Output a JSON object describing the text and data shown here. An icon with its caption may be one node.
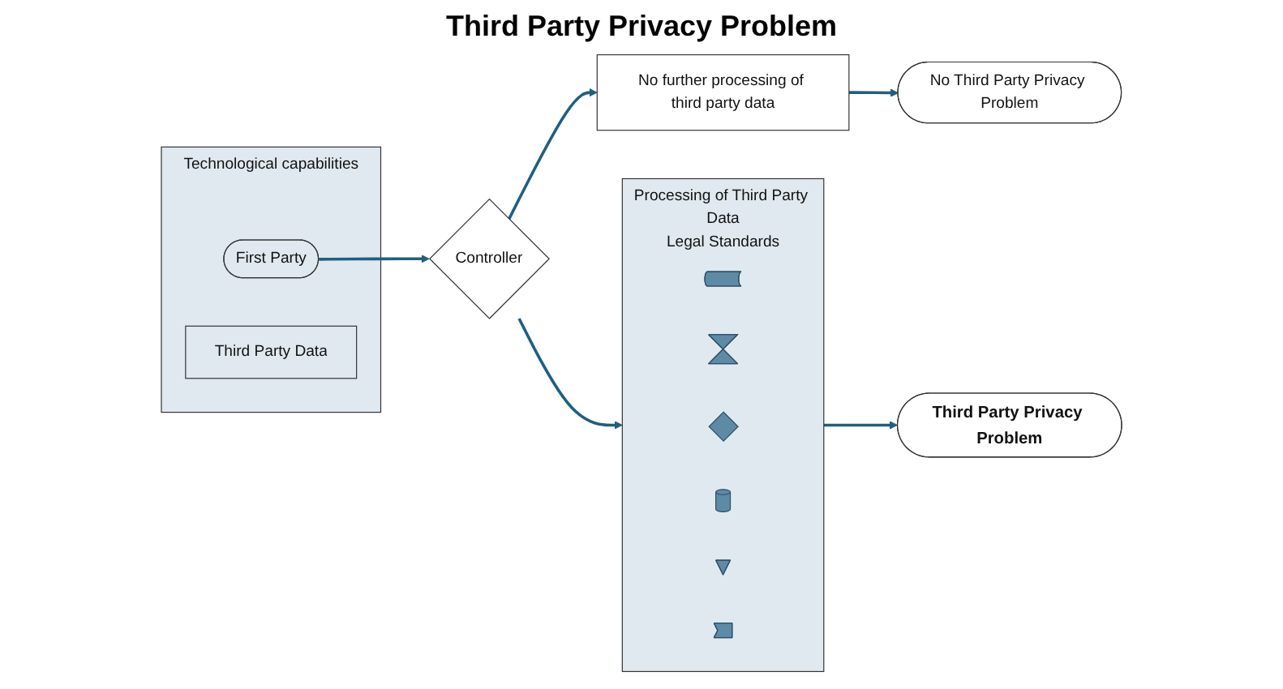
{
  "diagram": {
    "title": "Third Party Privacy Problem",
    "nodes": [
      {
        "text": [
          "Technological capabilities"
        ]
      },
      {
        "text": [
          "First Party"
        ],
        "in": 0
      },
      {
        "text": [
          "Third Party Data"
        ],
        "in": 0
      },
      {
        "text": [
          "Controller"
        ]
      },
      {
        "text": [
          "Processing of Third Party Data",
          "Legal Standards"
        ]
      },
      {
        "text": [],
        "shape": "box",
        "in": 4
      },
      {
        "text": [],
        "shape": "hourglass",
        "in": 4
      },
      {
        "text": [],
        "shape": "diamond",
        "in": 4
      },
      {
        "text": [],
        "shape": "cylinder",
        "in": 4
      },
      {
        "text": [],
        "shape": "triangle",
        "in": 4
      },
      {
        "text": [],
        "shape": "pentagon",
        "in": 4
      },
      {
        "text": [
          "No further processing of third party data"
        ]
      },
      {
        "text": [
          "Third Party Privacy Problem"
        ]
      },
      {
        "text": [
          "No Third Party Privacy Problem"
        ]
      }
    ],
    "edges": [
      {
        "from": 1,
        "to": 3,
        "arrow": "to"
      },
      {
        "from": 3,
        "to": 4,
        "arrow": "to"
      },
      {
        "from": 3,
        "to": 11,
        "arrow": "to"
      },
      {
        "from": 4,
        "to": 12,
        "arrow": "to"
      },
      {
        "from": 11,
        "to": 13,
        "arrow": "to"
      }
    ]
  }
}
